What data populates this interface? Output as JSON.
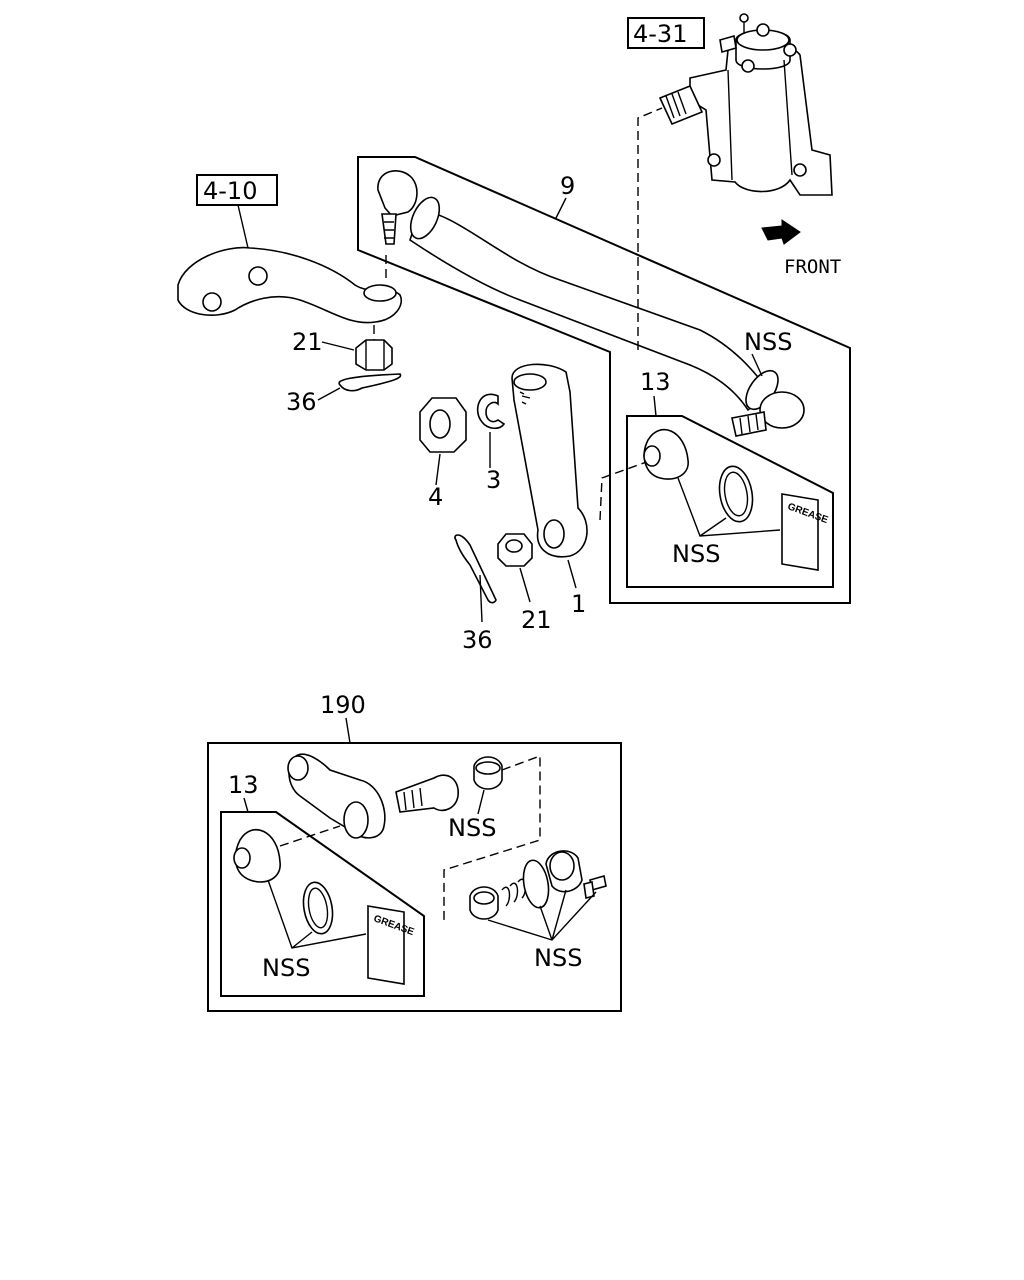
{
  "callouts": {
    "ref_4_31": "4-31",
    "ref_4_10": "4-10",
    "front": "FRONT",
    "part_9": "9",
    "part_nss_top": "NSS",
    "part_13_top": "13",
    "part_21_top": "21",
    "part_36_top": "36",
    "part_4": "4",
    "part_3": "3",
    "part_nss_upper_kit": "NSS",
    "part_36_bottom": "36",
    "part_21_bottom": "21",
    "part_1": "1",
    "part_190": "190",
    "part_13_kit": "13",
    "part_nss_kit_a": "NSS",
    "part_nss_kit_b": "NSS",
    "part_nss_kit_c": "NSS",
    "grease_upper": "GREASE",
    "grease_lower": "GREASE"
  }
}
